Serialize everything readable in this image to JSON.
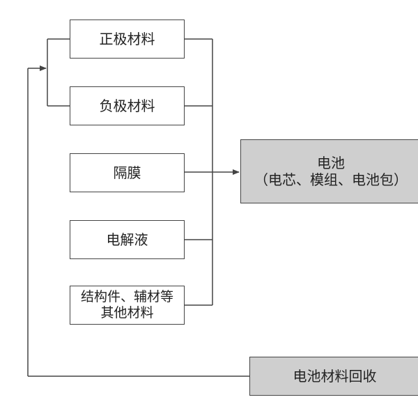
{
  "diagram": {
    "materials": [
      {
        "key": "cathode",
        "label": "正极材料"
      },
      {
        "key": "anode",
        "label": "负极材料"
      },
      {
        "key": "separator",
        "label": "隔膜"
      },
      {
        "key": "electrolyte",
        "label": "电解液"
      },
      {
        "key": "other",
        "label_line1": "结构件、辅材等",
        "label_line2": "其他材料"
      }
    ],
    "battery": {
      "title": "电池",
      "subtitle": "（电芯、模组、电池包）"
    },
    "recycling": {
      "label": "电池材料回收"
    },
    "colors": {
      "line": "#444444",
      "box_fill": "#ffffff",
      "highlight_fill": "#cfcfcf",
      "text": "#222222"
    }
  }
}
